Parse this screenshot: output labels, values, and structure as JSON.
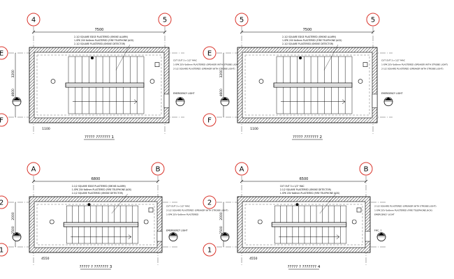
{
  "sheet": {
    "plans": [
      {
        "key": "p1",
        "grid_top_left": "4",
        "grid_top_right": "5",
        "grid_side_upper": "E",
        "grid_side_lower": "F",
        "overall_dim": "7500",
        "side_dim_upper": "3200",
        "side_dim_main": "4600",
        "side_dim_lower": "1100",
        "caption": "????? ??????? 1",
        "note_lines": [
          "2-1/2 SQUARE EDGE PLASTERED (SMOKE ALARM)",
          "1-SPK 20V 6x8mm PLASTERED (FIRE TELEPHONE JACK)",
          "2-1/2 SQUARE PLASTERED (SMOKE DETECTOR)"
        ],
        "side_notes": [
          "CUT OUT 3 x 1/2\" MAC",
          "1-SPK 20V 6x8mm PLASTERED (SPEAKER WITH STROBE LIGHT)",
          "2-1/2 SQUARE PLASTERED (SPEAKER WITH STROBE LIGHT)"
        ],
        "emergency_label": "EMERGENCY LIGHT"
      },
      {
        "key": "p2",
        "grid_top_left": "5",
        "grid_top_right": "5",
        "grid_side_upper": "E",
        "grid_side_lower": "F",
        "overall_dim": "7500",
        "side_dim_upper": "3200",
        "side_dim_main": "4600",
        "side_dim_lower": "1100",
        "caption": "????? ??????? 2",
        "note_lines": [
          "2-1/2 SQUARE EDGE PLASTERED (SMOKE ALARM)",
          "1-SPK 20V 6x8mm PLASTERED (FIRE TELEPHONE JACK)",
          "2-1/2 SQUARE PLASTERED (SMOKE DETECTOR)"
        ],
        "side_notes": [
          "CUT OUT 3 x 1/2\" MAC",
          "1-SPK 20V 6x8mm PLASTERED (SPEAKER WITH STROBE LIGHT)",
          "2-1/2 SQUARE PLASTERED (SPEAKER WITH STROBE LIGHT)"
        ],
        "emergency_label": "EMERGENCY LIGHT"
      },
      {
        "key": "p3",
        "grid_top_left": "A",
        "grid_top_right": "B",
        "grid_side_upper": "2",
        "grid_side_lower": "1",
        "overall_dim": "6800",
        "side_dim_upper": "2000",
        "side_dim_main": "2500",
        "side_dim_lower": "4550",
        "caption": "????? ? ??????? 3",
        "note_lines": [
          "2-1/2 SQUARE EDGE PLASTERED (SMOKE ALARM)",
          "1-SPK 20V 6x8mm PLASTERED (FIRE TELEPHONE JACK)",
          "2-1/2 SQUARE PLASTERED (SMOKE DETECTOR)"
        ],
        "side_notes": [
          "CUT OUT 3 x 1/2\" MAC",
          "2-1/2 SQUARE PLASTERED (SPEAKER WITH STROBE LIGHT)",
          "1-SPK 20V 6x8mm PLASTERED"
        ],
        "emergency_label": "EMERGENCY LIGHT"
      },
      {
        "key": "p4",
        "grid_top_left": "A",
        "grid_top_right": "B",
        "grid_side_upper": "2",
        "grid_side_lower": "1",
        "overall_dim": "6500",
        "side_dim_upper": "2000",
        "side_dim_main": "2500",
        "side_dim_lower": "4550",
        "caption": "????? ? ??????? 4",
        "note_lines": [
          "CUT OUT 3 x 1/2\" MAC",
          "2-1/2 SQUARE PLASTERED (SMOKE DETECTOR)",
          "1-SPK 20V 6x8mm PLASTERED (FIRE TELEPHONE JACK)"
        ],
        "side_notes": [
          "2-1/2 SQUARE PLASTERED (SPEAKER WITH STROBE LIGHT)",
          "1-SPK 20V 6x8mm PLASTERED (FIRE TELEPHONE JACK)",
          "EMERGENCY LIGHT"
        ],
        "emergency_label": "FHC. 1"
      }
    ],
    "colors": {
      "grid_bubble": "#d9342b",
      "line": "#000000",
      "hatch": "#333333"
    }
  }
}
